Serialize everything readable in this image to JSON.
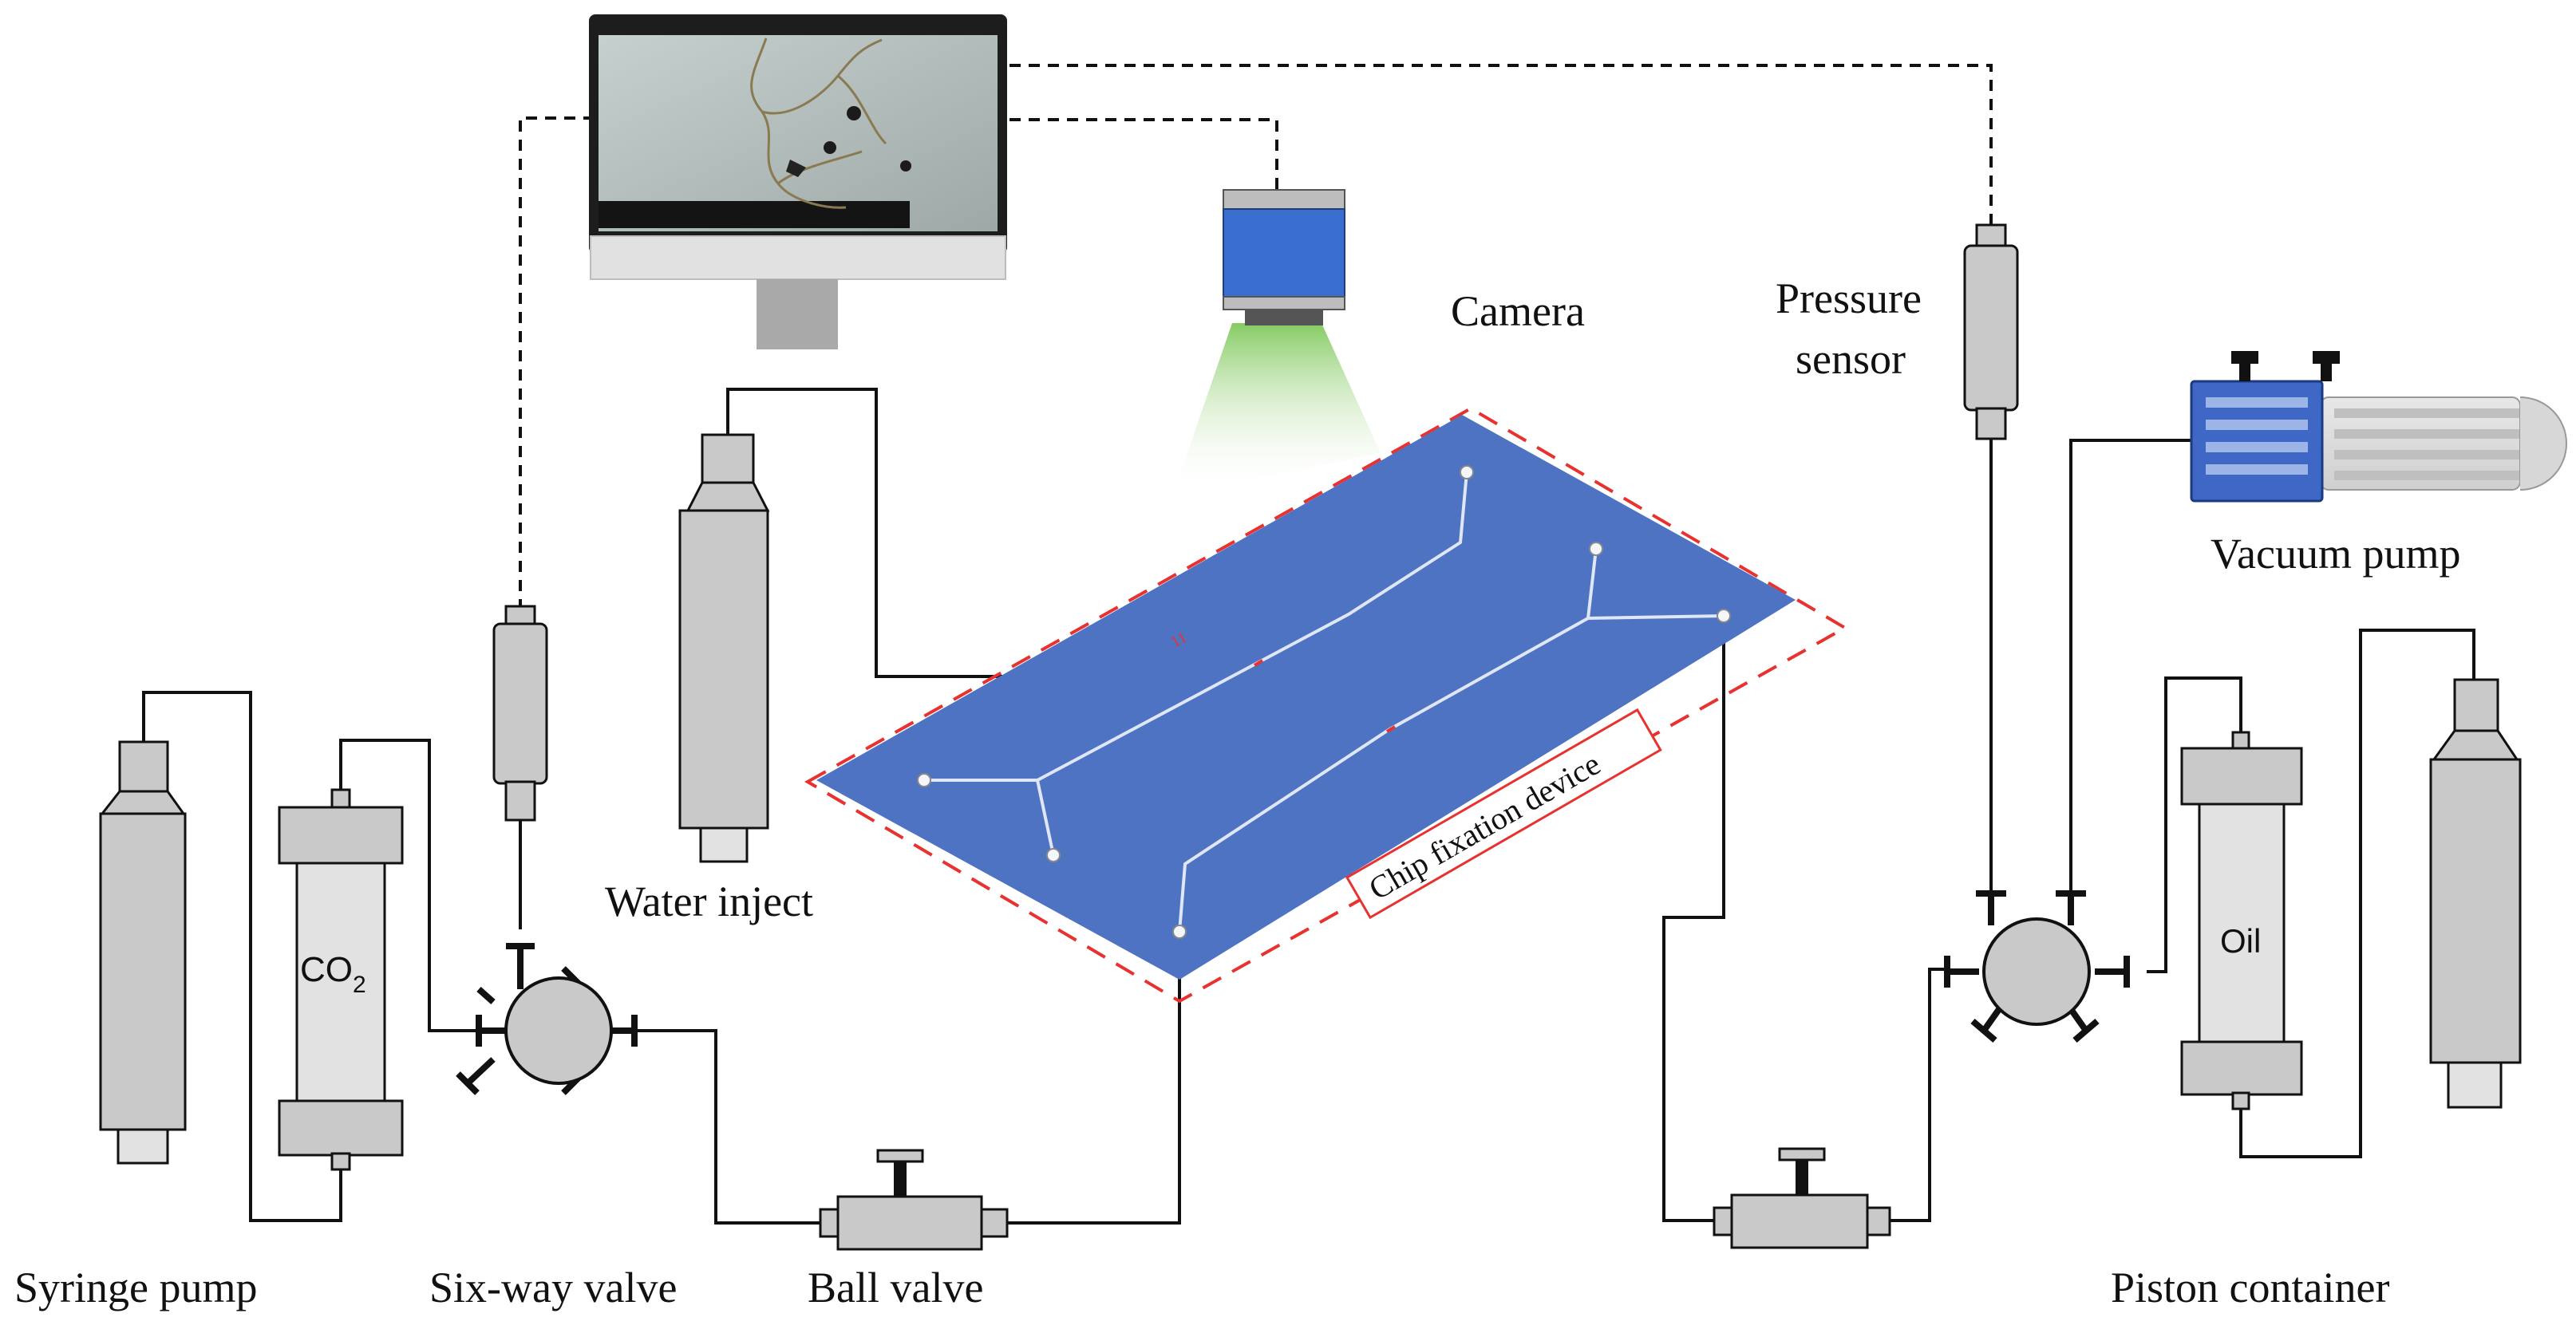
{
  "labels": {
    "camera": "Camera",
    "pressure_sensor_line1": "Pressure",
    "pressure_sensor_line2": "sensor",
    "vacuum_pump": "Vacuum pump",
    "water_inject": "Water inject",
    "chip_fixation_device": "Chip fixation device",
    "co2_main": "CO",
    "co2_sub": "2",
    "oil": "Oil",
    "syringe_pump": "Syringe pump",
    "six_way_valve": "Six-way valve",
    "ball_valve": "Ball valve",
    "piston_container": "Piston container",
    "chip_mark": "11"
  },
  "colors": {
    "chip_blue": "#4f73c3",
    "vacuum_blue": "#3f68c6",
    "camera_blue": "#3a6fd0",
    "camera_light": "#8fd16a",
    "device_gray": "#c9c9c9",
    "dashed_red": "#e8322f",
    "monitor_frame": "#1d1d1d",
    "monitor_stand": "#a9a9a9"
  }
}
